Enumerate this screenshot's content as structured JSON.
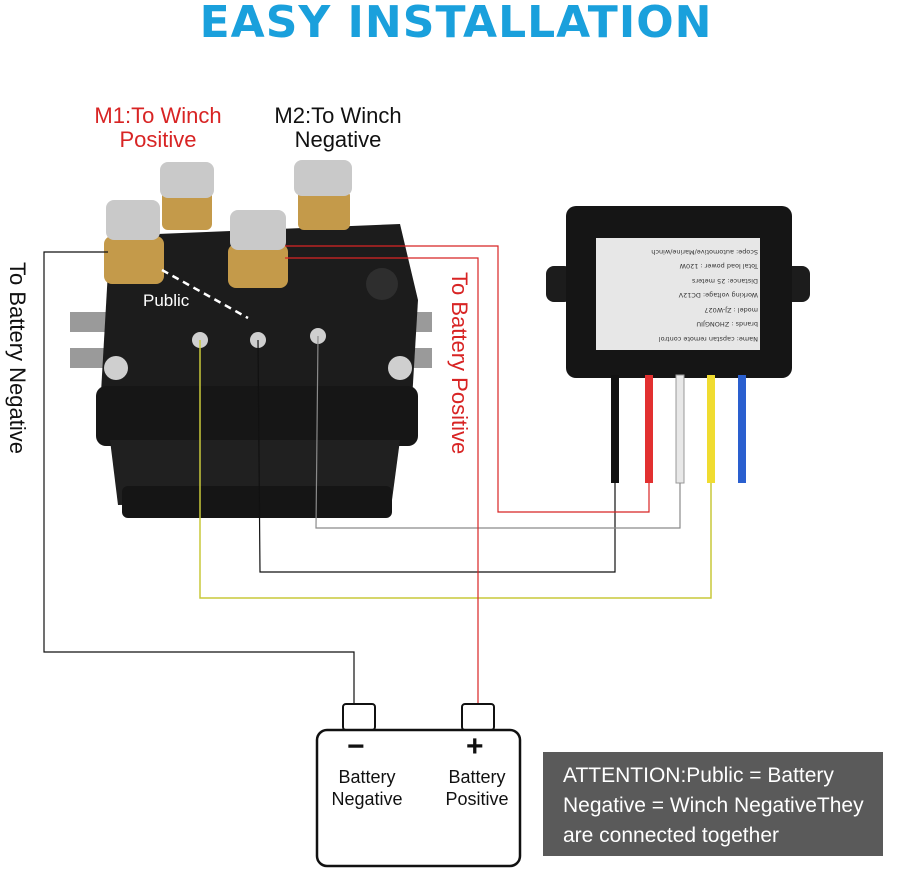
{
  "title": "EASY INSTALLATION",
  "labels": {
    "m1": [
      "M1:To Winch",
      "Positive"
    ],
    "m2": [
      "M2:To Winch",
      "Negative"
    ],
    "to_battery_negative": "To Battery Negative",
    "to_battery_positive": "To Battery Positive",
    "public": "Public"
  },
  "controller_label_lines": [
    "Name: capstan remote control",
    "brands : ZHONGJIU",
    "model : ZJ-W027",
    "Working voltage: DC12V",
    "Distance: 25 meters",
    "Total load power : 120W",
    "Scope: automotive/Marine/winch"
  ],
  "battery": {
    "negative_sign": "−",
    "positive_sign": "+",
    "negative_label": [
      "Battery",
      "Negative"
    ],
    "positive_label": [
      "Battery",
      "Positive"
    ]
  },
  "attention": "ATTENTION:Public = Battery Negative = Winch NegativeThey are connected together",
  "colors": {
    "title": "#1aa0dc",
    "wire_red": "#d82424",
    "wire_black": "#111111",
    "wire_yellow": "#c8c83a",
    "wire_gray": "#8a8a8a",
    "wire_blue": "#2a5fcf",
    "note_bg": "#5a5a5a"
  }
}
